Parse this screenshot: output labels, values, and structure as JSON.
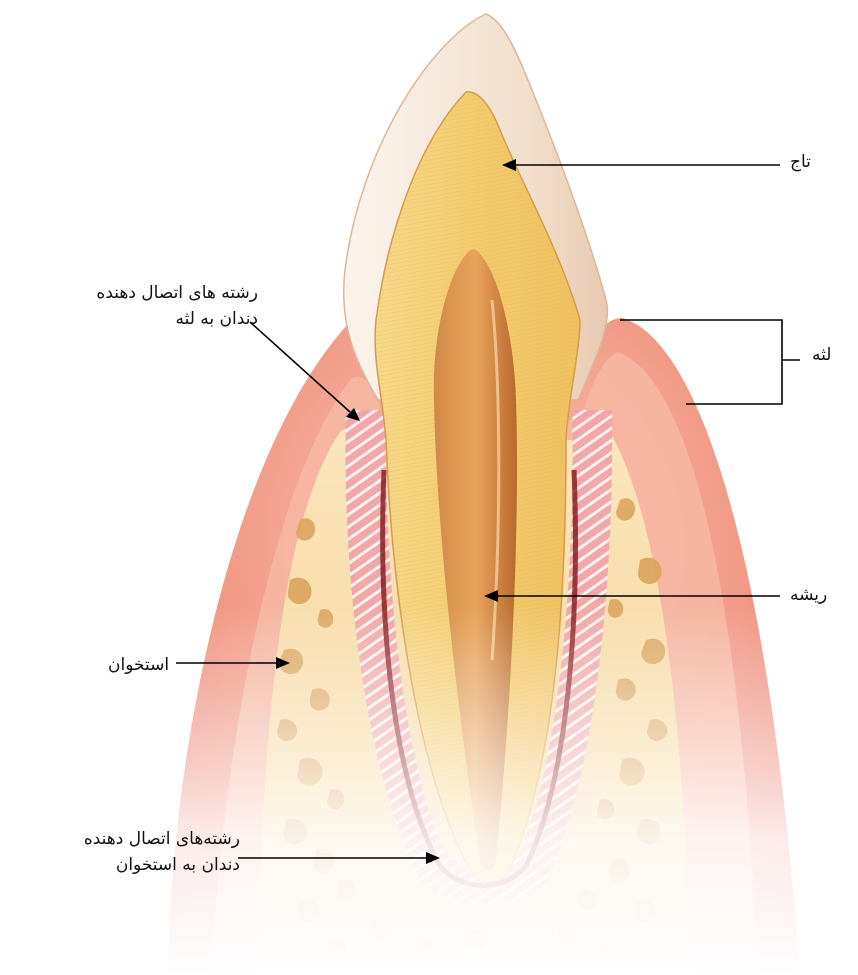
{
  "labels": {
    "crown": "تاج",
    "gum": "لثه",
    "root": "ریشه",
    "bone": "استخوان",
    "gum_fibers": [
      "رشته های اتصال دهنده",
      "دندان به لثه"
    ],
    "bone_fibers": [
      "رشته‌های اتصال دهنده",
      "دندان به استخوان"
    ]
  },
  "colors": {
    "gum": "#ee8373",
    "gum_light": "#f7b7a6",
    "bone": "#f6dca4",
    "bone_trabecula": "#d9a15a",
    "enamel": "#f7ece0",
    "dentin": "#f4cf74",
    "pulp": "#c87a3a",
    "ligament": "#f2b2b0",
    "vessel": "#8a1e22",
    "leader_line": "#000000"
  }
}
